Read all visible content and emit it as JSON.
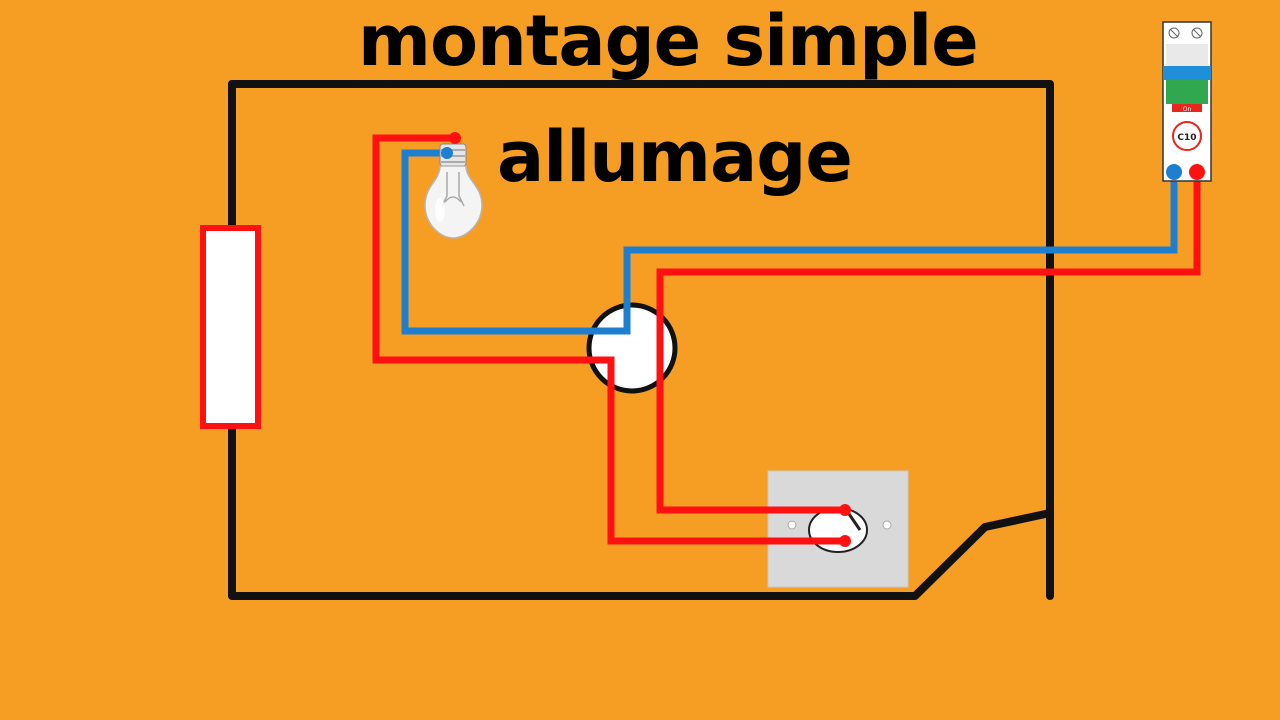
{
  "title": {
    "line1": "montage simple",
    "line2": "allumage"
  },
  "breaker": {
    "rating_label": "C10",
    "state_label": "On"
  },
  "colors": {
    "background": "#F59E23",
    "wall": "#111111",
    "phase_wire": "#FF1111",
    "neutral_wire": "#1E7FD0",
    "breaker_green": "#2FA84F",
    "breaker_handle": "#1E8FD8"
  }
}
